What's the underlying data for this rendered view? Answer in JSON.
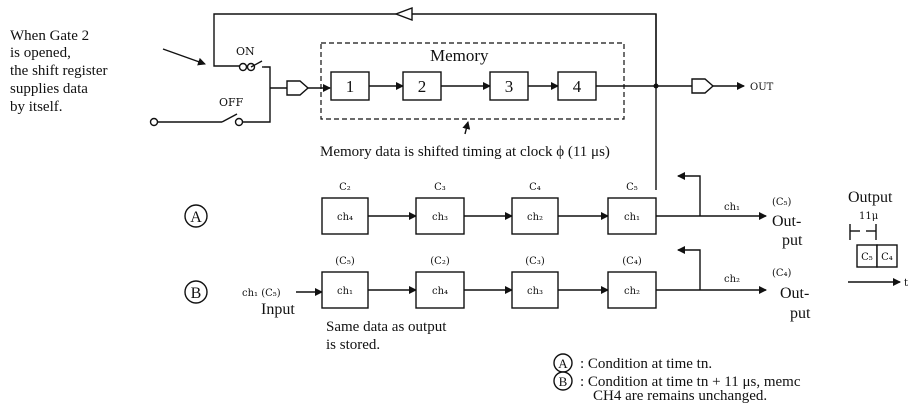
{
  "gate_note": [
    "When Gate 2",
    "is opened,",
    "the shift register",
    "supplies data",
    "by itself."
  ],
  "switch_on_label": "ON",
  "switch_off_label": "OFF",
  "memory_title": "Memory",
  "memory_cells": [
    "1",
    "2",
    "3",
    "4"
  ],
  "out_label": "OUT",
  "clock_note": "Memory data is shifted timing at clock ϕ (11 μs)",
  "row_a": {
    "marker": "A",
    "cells": [
      {
        "top": "C₂",
        "inner": "ch₄"
      },
      {
        "top": "C₃",
        "inner": "ch₃"
      },
      {
        "top": "C₄",
        "inner": "ch₂"
      },
      {
        "top": "C₅",
        "inner": "ch₁"
      }
    ],
    "line_label": "ch₁",
    "out_top": "(C₅)",
    "out_word1": "Out-",
    "out_word2": "put"
  },
  "row_b": {
    "marker": "B",
    "input_small": "ch₁ (C₅)",
    "input_word": "Input",
    "cells": [
      {
        "top": "(C₅)",
        "inner": "ch₁"
      },
      {
        "top": "(C₂)",
        "inner": "ch₄"
      },
      {
        "top": "(C₃)",
        "inner": "ch₃"
      },
      {
        "top": "(C₄)",
        "inner": "ch₂"
      }
    ],
    "line_label": "ch₂",
    "out_top": "(C₄)",
    "out_word1": "Out-",
    "out_word2": "put",
    "note": [
      "Same data as output",
      "is stored."
    ]
  },
  "timing": {
    "title": "Output",
    "width_label": "11μ",
    "cells": [
      "C₅",
      "C₄"
    ],
    "axis_label": "t"
  },
  "legend": [
    {
      "marker": "A",
      "text": ":  Condition at time tn."
    },
    {
      "marker": "B",
      "text": ":  Condition at time tn + 11 μs, memc"
    },
    {
      "marker": "",
      "text": "CH4 are remains unchanged."
    }
  ]
}
